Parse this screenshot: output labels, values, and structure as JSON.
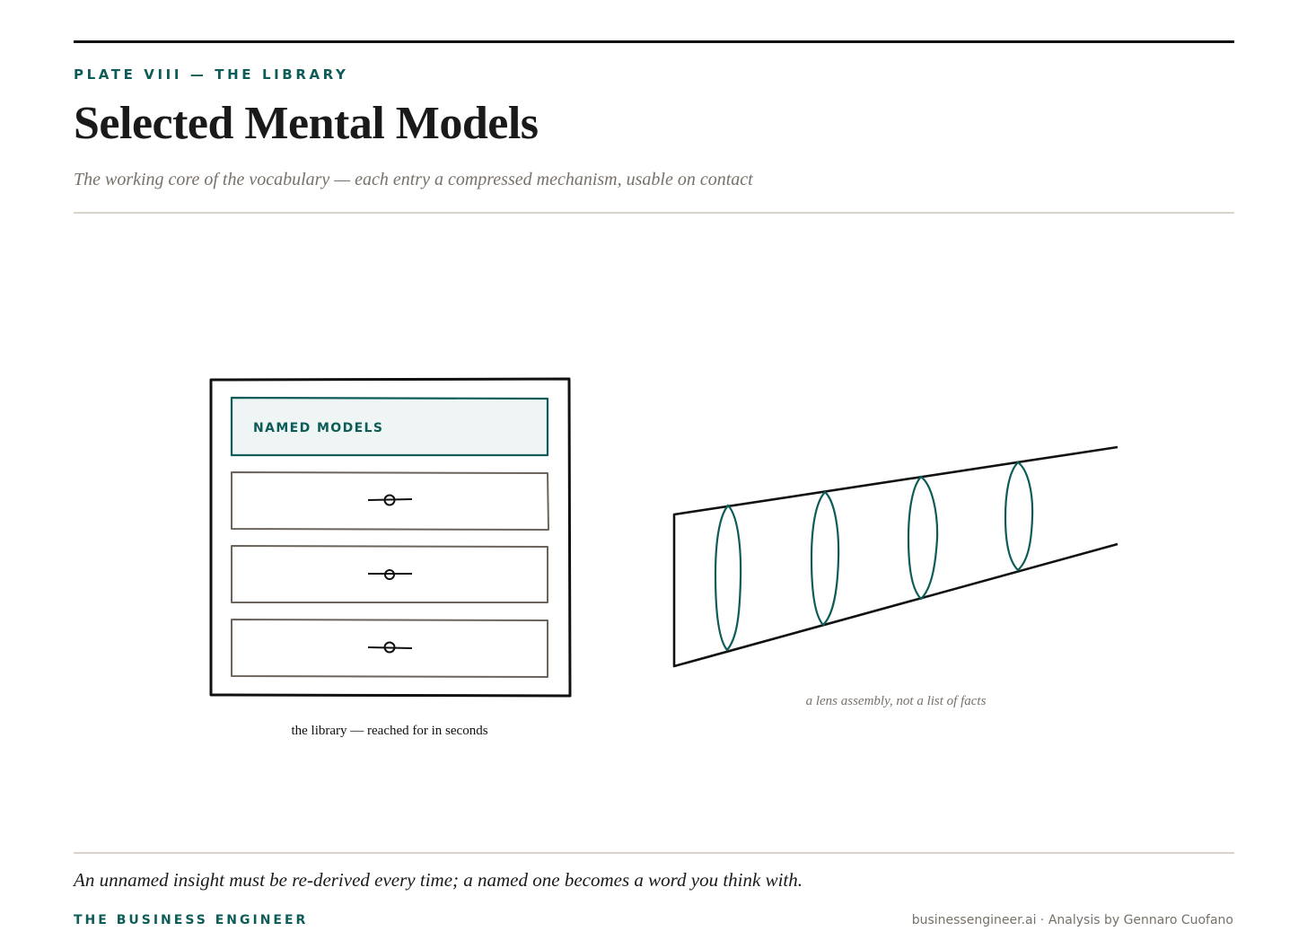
{
  "header": {
    "plate_label": "PLATE VIII — THE LIBRARY",
    "title": "Selected Mental Models",
    "subtitle": "The working core of the vocabulary — each entry a compressed mechanism, usable on contact"
  },
  "diagram": {
    "cabinet": {
      "top_drawer_label": "NAMED MODELS",
      "caption": "the library — reached for in seconds"
    },
    "lens": {
      "caption": "a lens assembly, not a list of facts"
    }
  },
  "footer": {
    "quote": "An unnamed insight must be re-derived every time; a named one becomes a word you think with.",
    "brand": "THE BUSINESS ENGINEER",
    "credit": "businessengineer.ai · Analysis by Gennaro Cuofano"
  },
  "colors": {
    "accent": "#0d5c57",
    "drawer_fill": "#eef5f4",
    "drawer_stroke": "#6b645c",
    "ink": "#111111",
    "muted": "#77716a",
    "rule": "#d8d3cb"
  }
}
